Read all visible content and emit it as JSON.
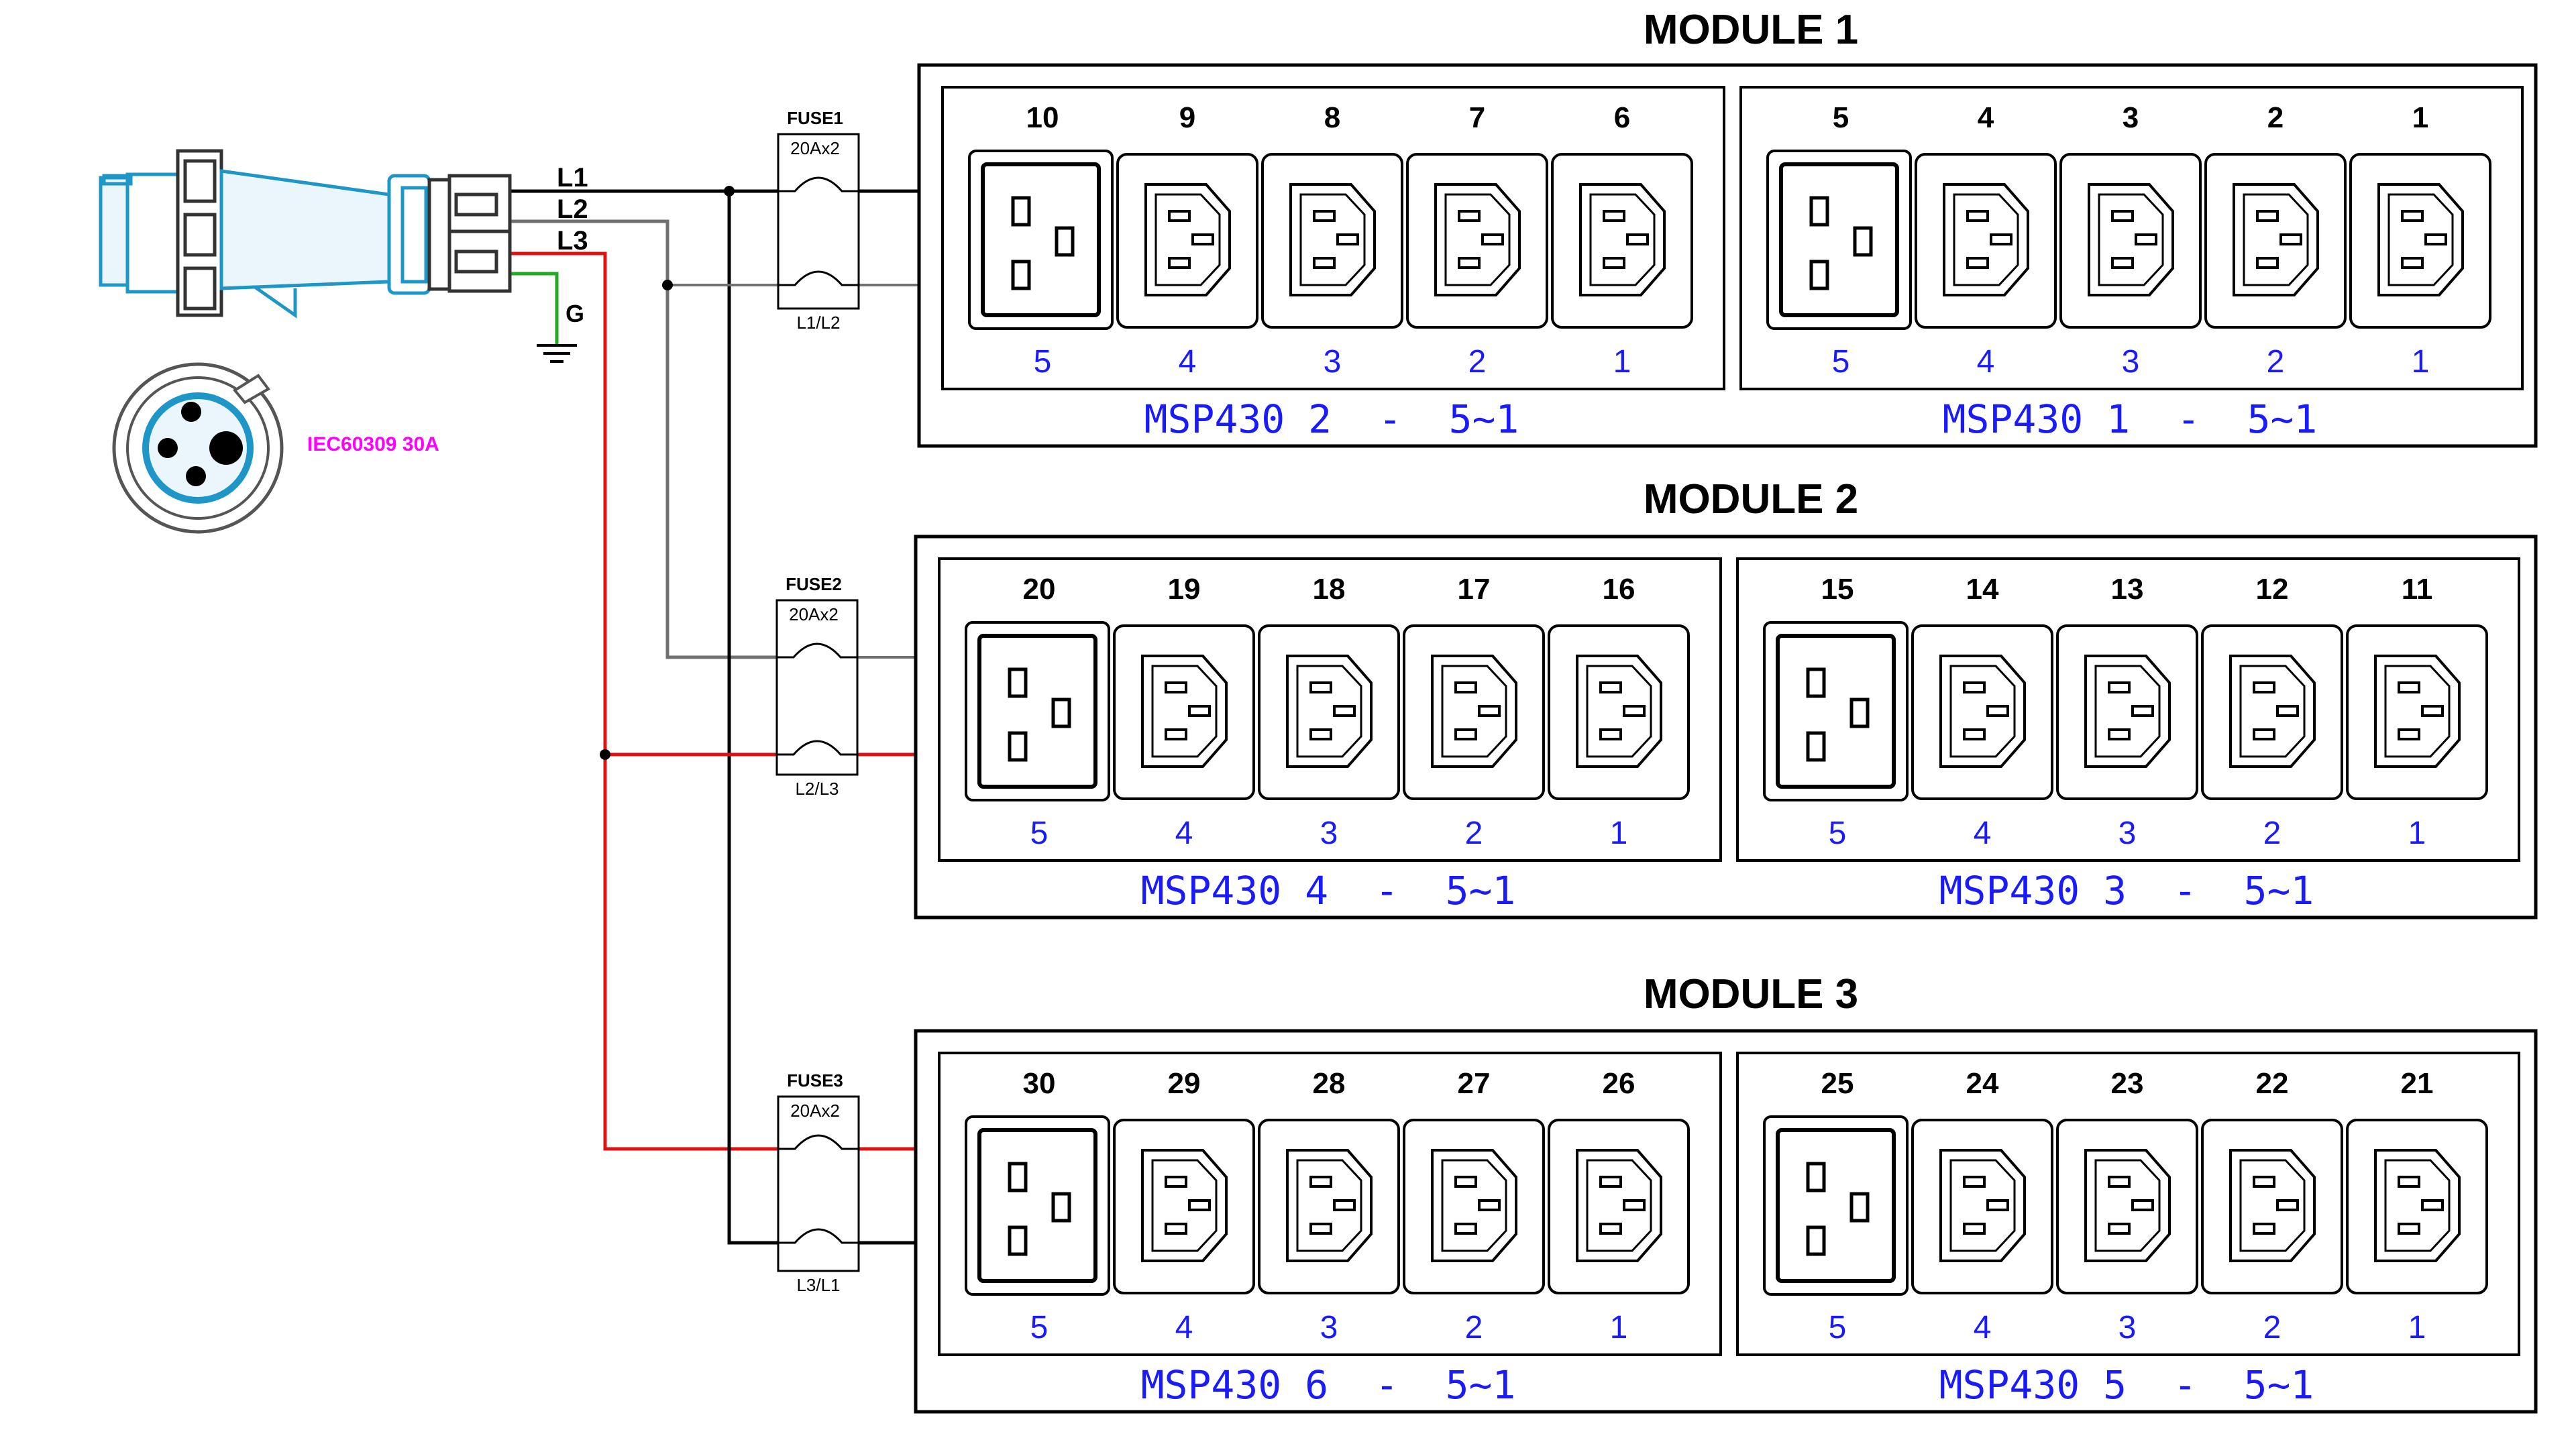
{
  "colors": {
    "black": "#000000",
    "blue_text": "#1a1aff",
    "plug_blue": "#1e96c8",
    "red_wire": "#e01010",
    "gray_wire": "#707070",
    "green_wire": "#22aa22",
    "magenta": "#ff00ff"
  },
  "plug": {
    "label": "IEC60309 30A",
    "lines": [
      "L1",
      "L2",
      "L3"
    ],
    "ground": "G"
  },
  "fuses": [
    {
      "name": "FUSE1",
      "rating": "20Ax2",
      "phase": "L1/L2"
    },
    {
      "name": "FUSE2",
      "rating": "20Ax2",
      "phase": "L2/L3"
    },
    {
      "name": "FUSE3",
      "rating": "20Ax2",
      "phase": "L3/L1"
    }
  ],
  "modules": [
    {
      "title": "MODULE 1",
      "groups": [
        {
          "label": "MSP430 2 - 5~1",
          "outlets": [
            "10",
            "9",
            "8",
            "7",
            "6"
          ],
          "indexes": [
            "5",
            "4",
            "3",
            "2",
            "1"
          ]
        },
        {
          "label": "MSP430 1 - 5~1",
          "outlets": [
            "5",
            "4",
            "3",
            "2",
            "1"
          ],
          "indexes": [
            "5",
            "4",
            "3",
            "2",
            "1"
          ]
        }
      ]
    },
    {
      "title": "MODULE  2",
      "groups": [
        {
          "label": "MSP430 4 - 5~1",
          "outlets": [
            "20",
            "19",
            "18",
            "17",
            "16"
          ],
          "indexes": [
            "5",
            "4",
            "3",
            "2",
            "1"
          ]
        },
        {
          "label": "MSP430 3 - 5~1",
          "outlets": [
            "15",
            "14",
            "13",
            "12",
            "11"
          ],
          "indexes": [
            "5",
            "4",
            "3",
            "2",
            "1"
          ]
        }
      ]
    },
    {
      "title": "MODULE  3",
      "groups": [
        {
          "label": "MSP430 6 - 5~1",
          "outlets": [
            "30",
            "29",
            "28",
            "27",
            "26"
          ],
          "indexes": [
            "5",
            "4",
            "3",
            "2",
            "1"
          ]
        },
        {
          "label": "MSP430 5 - 5~1",
          "outlets": [
            "25",
            "24",
            "23",
            "22",
            "21"
          ],
          "indexes": [
            "5",
            "4",
            "3",
            "2",
            "1"
          ]
        }
      ]
    }
  ]
}
